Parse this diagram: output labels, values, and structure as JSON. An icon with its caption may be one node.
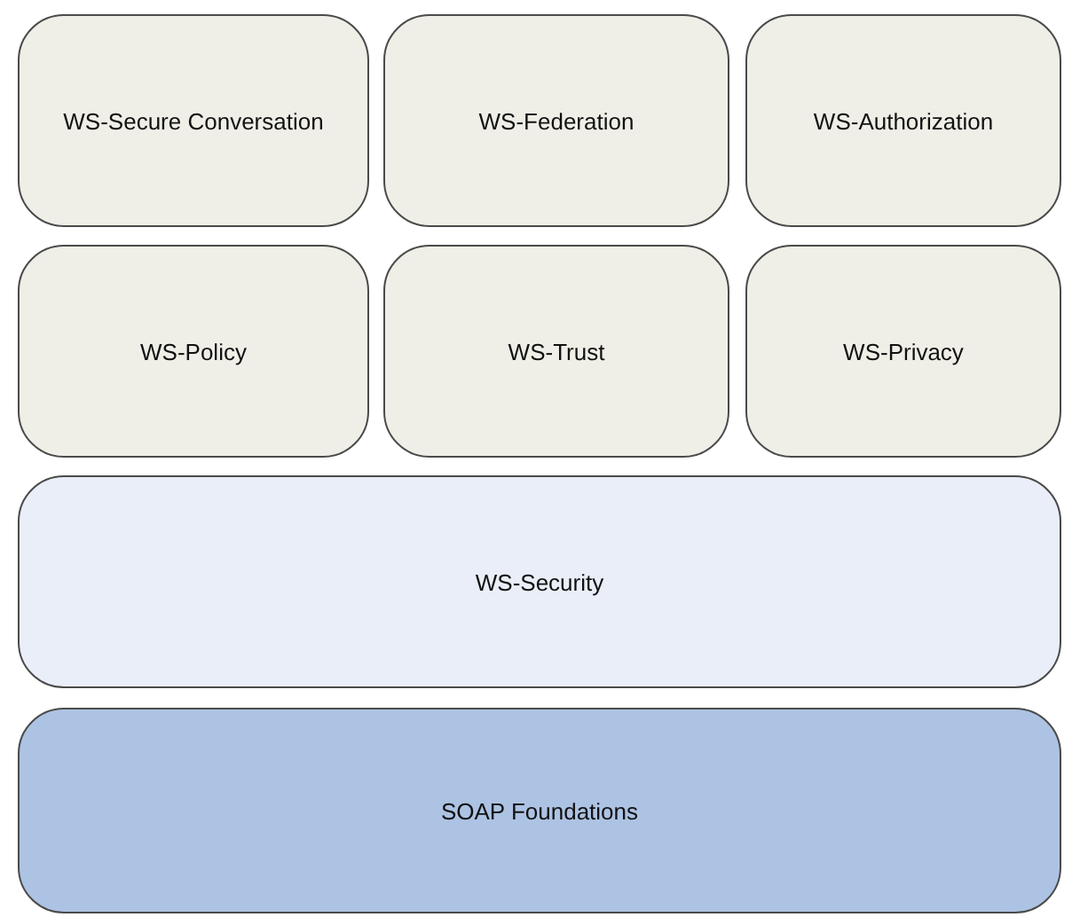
{
  "diagram": {
    "nodes": [
      {
        "text": [
          "WS-Secure Conversation"
        ]
      },
      {
        "text": [
          "WS-Federation"
        ]
      },
      {
        "text": [
          "WS-Authorization"
        ]
      },
      {
        "text": [
          "WS-Policy"
        ]
      },
      {
        "text": [
          "WS-Trust"
        ]
      },
      {
        "text": [
          "WS-Privacy"
        ]
      },
      {
        "text": [
          "WS-Security"
        ]
      },
      {
        "text": [
          "SOAP Foundations"
        ]
      }
    ]
  }
}
